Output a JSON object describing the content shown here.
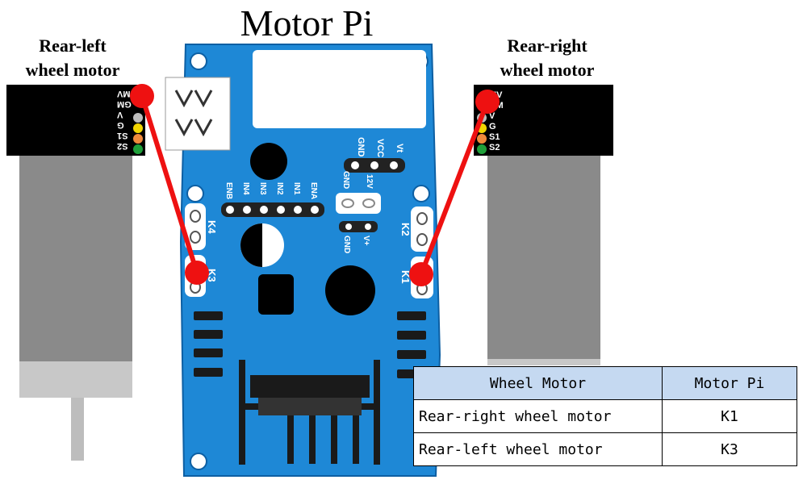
{
  "title": "Motor Pi",
  "left_motor": {
    "label_line1": "Rear-left",
    "label_line2": "wheel motor"
  },
  "right_motor": {
    "label_line1": "Rear-right",
    "label_line2": "wheel motor"
  },
  "motor_pins": [
    "MV",
    "GM",
    "V",
    "G",
    "S1",
    "S2"
  ],
  "board": {
    "header_top": [
      "GND",
      "VCC",
      "Vt"
    ],
    "driver_pins": [
      "ENB",
      "IN4",
      "IN3",
      "IN2",
      "IN1",
      "ENA"
    ],
    "power_in": [
      "GND",
      "12V"
    ],
    "power_out": [
      "GND",
      "V+"
    ],
    "ports": {
      "k1": "K1",
      "k2": "K2",
      "k3": "K3",
      "k4": "K4"
    }
  },
  "colors": {
    "board": "#1e88d6",
    "wire": "#ee1111",
    "table_header": "#c5d9f1",
    "motor_body": "#888888"
  },
  "table": {
    "headers": [
      "Wheel Motor",
      "Motor Pi"
    ],
    "rows": [
      [
        "Rear-right wheel motor",
        "K1"
      ],
      [
        "Rear-left wheel motor",
        "K3"
      ]
    ]
  }
}
